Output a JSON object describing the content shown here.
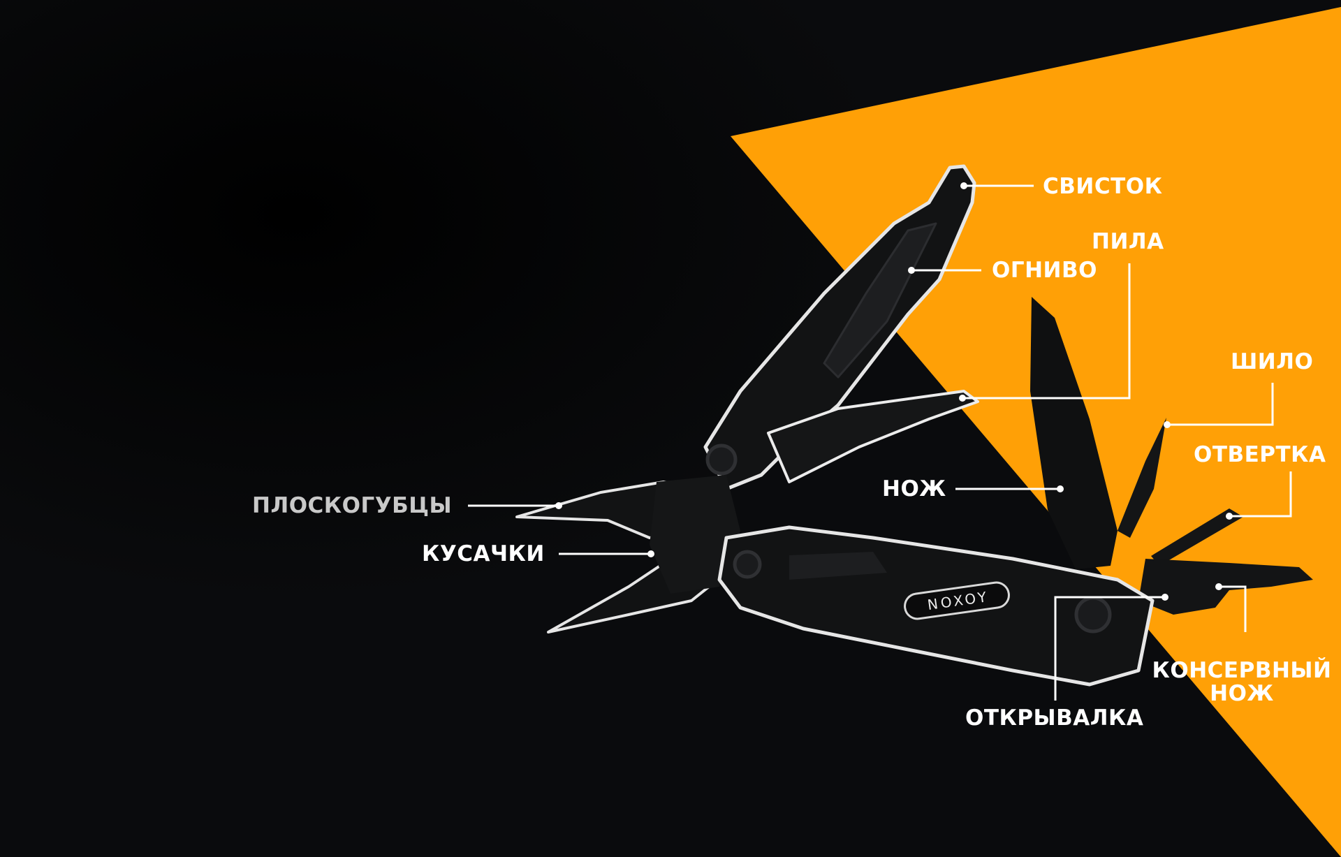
{
  "colors": {
    "background": "#050607",
    "accent": "#ffa006",
    "tool": "#111213",
    "outline": "#eeeeee",
    "text": "#ffffff",
    "text_muted": "#c9c9c9"
  },
  "product": {
    "brand_logo": "NOXOY"
  },
  "labels": {
    "whistle": "СВИСТОК",
    "saw": "ПИЛА",
    "fire_starter": "ОГНИВО",
    "awl": "ШИЛО",
    "screwdriver": "ОТВЕРТКА",
    "knife": "НОЖ",
    "pliers": "ПЛОСКОГУБЦЫ",
    "wire_cutters": "КУСАЧКИ",
    "can_opener_line1": "КОНСЕРВНЫЙ",
    "can_opener_line2": "НОЖ",
    "bottle_opener": "ОТКРЫВАЛКА"
  }
}
